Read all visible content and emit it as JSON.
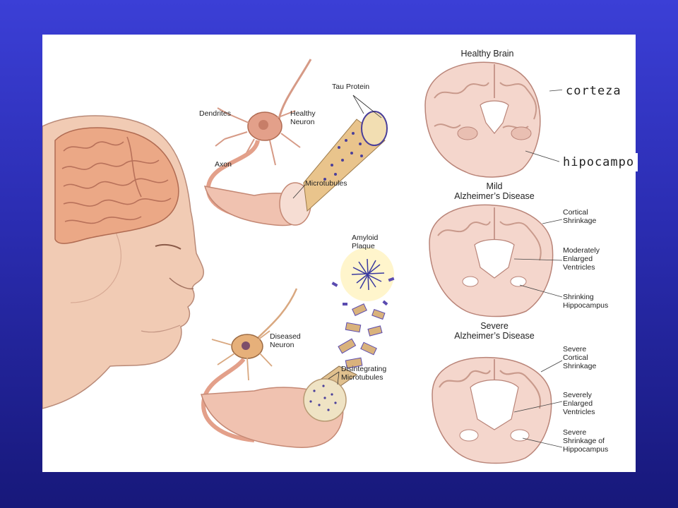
{
  "colors": {
    "background_top": "#3b3fd6",
    "background_bottom": "#17187a",
    "panel": "#ffffff",
    "brain_tissue": "#f4d6cc",
    "brain_outline": "#b98478",
    "cortex_brain": "#e8a77c",
    "neuron": "#e3a08a",
    "tau": "#4a3f9a",
    "microtubule": "#d8b27a"
  },
  "labels": {
    "dendrites": "Dendrites",
    "healthy_neuron": "Healthy\nNeuron",
    "tau_protein": "Tau Protein",
    "axon": "Axon",
    "microtubules": "Microtubules",
    "amyloid_plaque": "Amyloid\nPlaque",
    "diseased_neuron": "Diseased\nNeuron",
    "disintegrating_microtubules": "Disintegrating\nMicrotubules"
  },
  "stages": {
    "healthy": {
      "title": "Healthy Brain"
    },
    "mild": {
      "title": "Mild\nAlzheimer’s Disease",
      "notes": [
        "Cortical\nShrinkage",
        "Moderately\nEnlarged\nVentricles",
        "Shrinking\nHippocampus"
      ]
    },
    "severe": {
      "title": "Severe\nAlzheimer’s Disease",
      "notes": [
        "Severe\nCortical\nShrinkage",
        "Severely\nEnlarged\nVentricles",
        "Severe\nShrinkage of\nHippocampus"
      ]
    }
  },
  "callouts": {
    "cortex": "corteza",
    "hippocampus": "hipocampo"
  }
}
